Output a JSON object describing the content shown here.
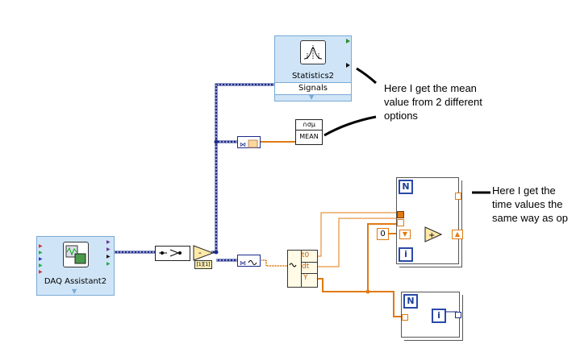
{
  "nodes": {
    "statistics": {
      "title": "Statistics2",
      "input_label": "Signals",
      "icon": "statistics-bell-curve-icon"
    },
    "daq": {
      "title": "DAQ Assistant2",
      "icon": "daq-waveform-icon"
    },
    "mean": {
      "label": "MEAN",
      "glyph": "∩σμ"
    },
    "waveform": {
      "t0": "t0",
      "dt": "dt",
      "y": "Y"
    },
    "loop1": {
      "n": "N",
      "i": "i",
      "zero": "0"
    },
    "loop2": {
      "n": "N",
      "i": "i"
    }
  },
  "annotations": {
    "mean_note": "Here I get the mean\nvalue from 2 different\noptions",
    "time_note": "Here I get the\ntime values the\nsame way as op"
  },
  "colors": {
    "dynamic_wire": "#1a2a8a",
    "numeric_wire": "#e07a10",
    "express_bg": "#cfe5f7"
  }
}
